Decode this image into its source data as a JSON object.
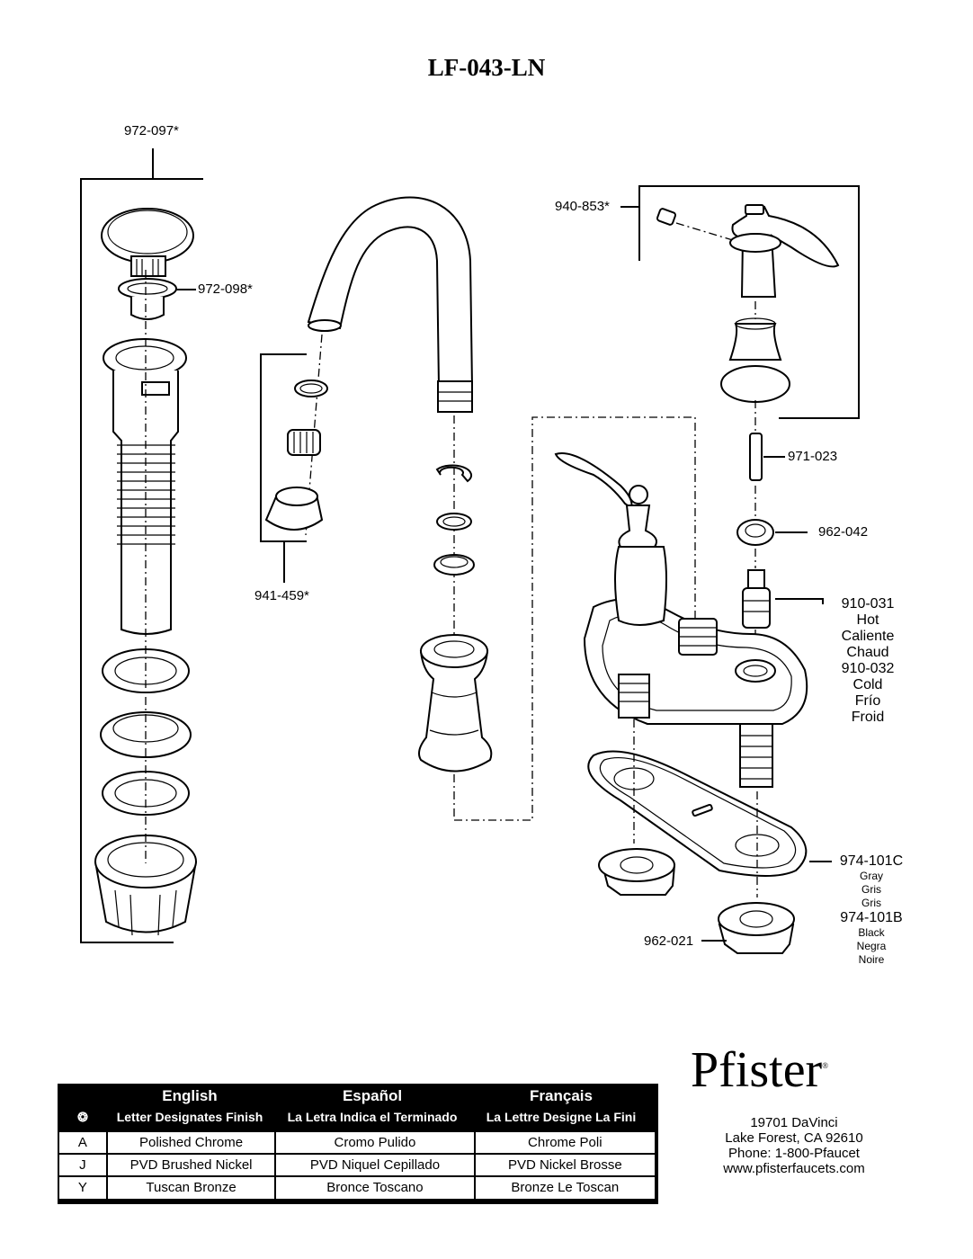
{
  "title": "LF-043-LN",
  "labels": {
    "drain_assembly": "972-097*",
    "pop_up_stopper": "972-098*",
    "aerator_kit": "941-459*",
    "handle_kit": "940-853*",
    "screw": "971-023",
    "nut": "962-042",
    "hot_part": "910-031",
    "hot_en": "Hot",
    "hot_es": "Caliente",
    "hot_fr": "Chaud",
    "cold_part": "910-032",
    "cold_en": "Cold",
    "cold_es": "Frío",
    "cold_fr": "Froid",
    "gasket_gray_part": "974-101C",
    "gasket_gray_en": "Gray",
    "gasket_gray_es": "Gris",
    "gasket_gray_fr": "Gris",
    "gasket_black_part": "974-101B",
    "gasket_black_en": "Black",
    "gasket_black_es": "Negra",
    "gasket_black_fr": "Noire",
    "mounting_nut": "962-021"
  },
  "finish_table": {
    "symbol": "❂",
    "headers": [
      "English",
      "Español",
      "Français"
    ],
    "subheaders": [
      "Letter Designates Finish",
      "La Letra Indica el Terminado",
      "La Lettre Designe La Fini"
    ],
    "rows": [
      {
        "code": "A",
        "en": "Polished Chrome",
        "es": "Cromo Pulido",
        "fr": "Chrome Poli"
      },
      {
        "code": "J",
        "en": "PVD Brushed Nickel",
        "es": "PVD Niquel Cepillado",
        "fr": "PVD Nickel Brosse"
      },
      {
        "code": "Y",
        "en": "Tuscan Bronze",
        "es": "Bronce Toscano",
        "fr": "Bronze Le Toscan"
      }
    ]
  },
  "brand": {
    "logo": "Pfister",
    "registered": "®",
    "address_1": "19701 DaVinci",
    "address_2": "Lake Forest, CA 92610",
    "phone": "Phone: 1-800-Pfaucet",
    "web": "www.pfisterfaucets.com"
  }
}
